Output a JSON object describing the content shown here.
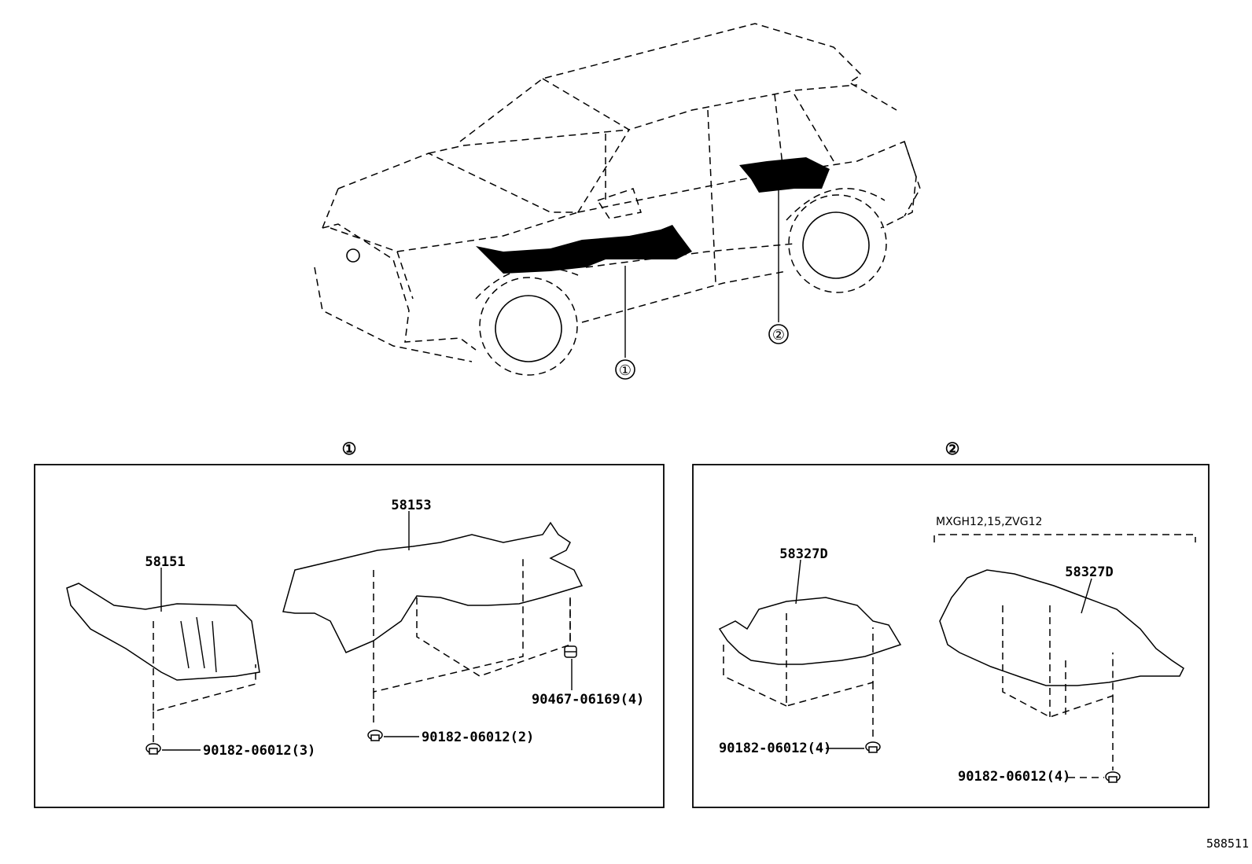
{
  "callouts": {
    "one": "①",
    "two": "②"
  },
  "panel_1": {
    "title": "①",
    "parts": {
      "p58151": "58151",
      "p58153": "58153",
      "clip_a": "90182-06012(3)",
      "clip_b": "90182-06012(2)",
      "nut": "90467-06169(4)"
    }
  },
  "panel_2": {
    "title": "②",
    "condition": "MXGH12,15,ZVG12",
    "parts": {
      "p58327d_a": "58327D",
      "p58327d_b": "58327D",
      "clip_a": "90182-06012(4)",
      "clip_b": "90182-06012(4)"
    }
  },
  "figure_number": "588511",
  "colors": {
    "ink": "#000000",
    "paper": "#ffffff"
  }
}
